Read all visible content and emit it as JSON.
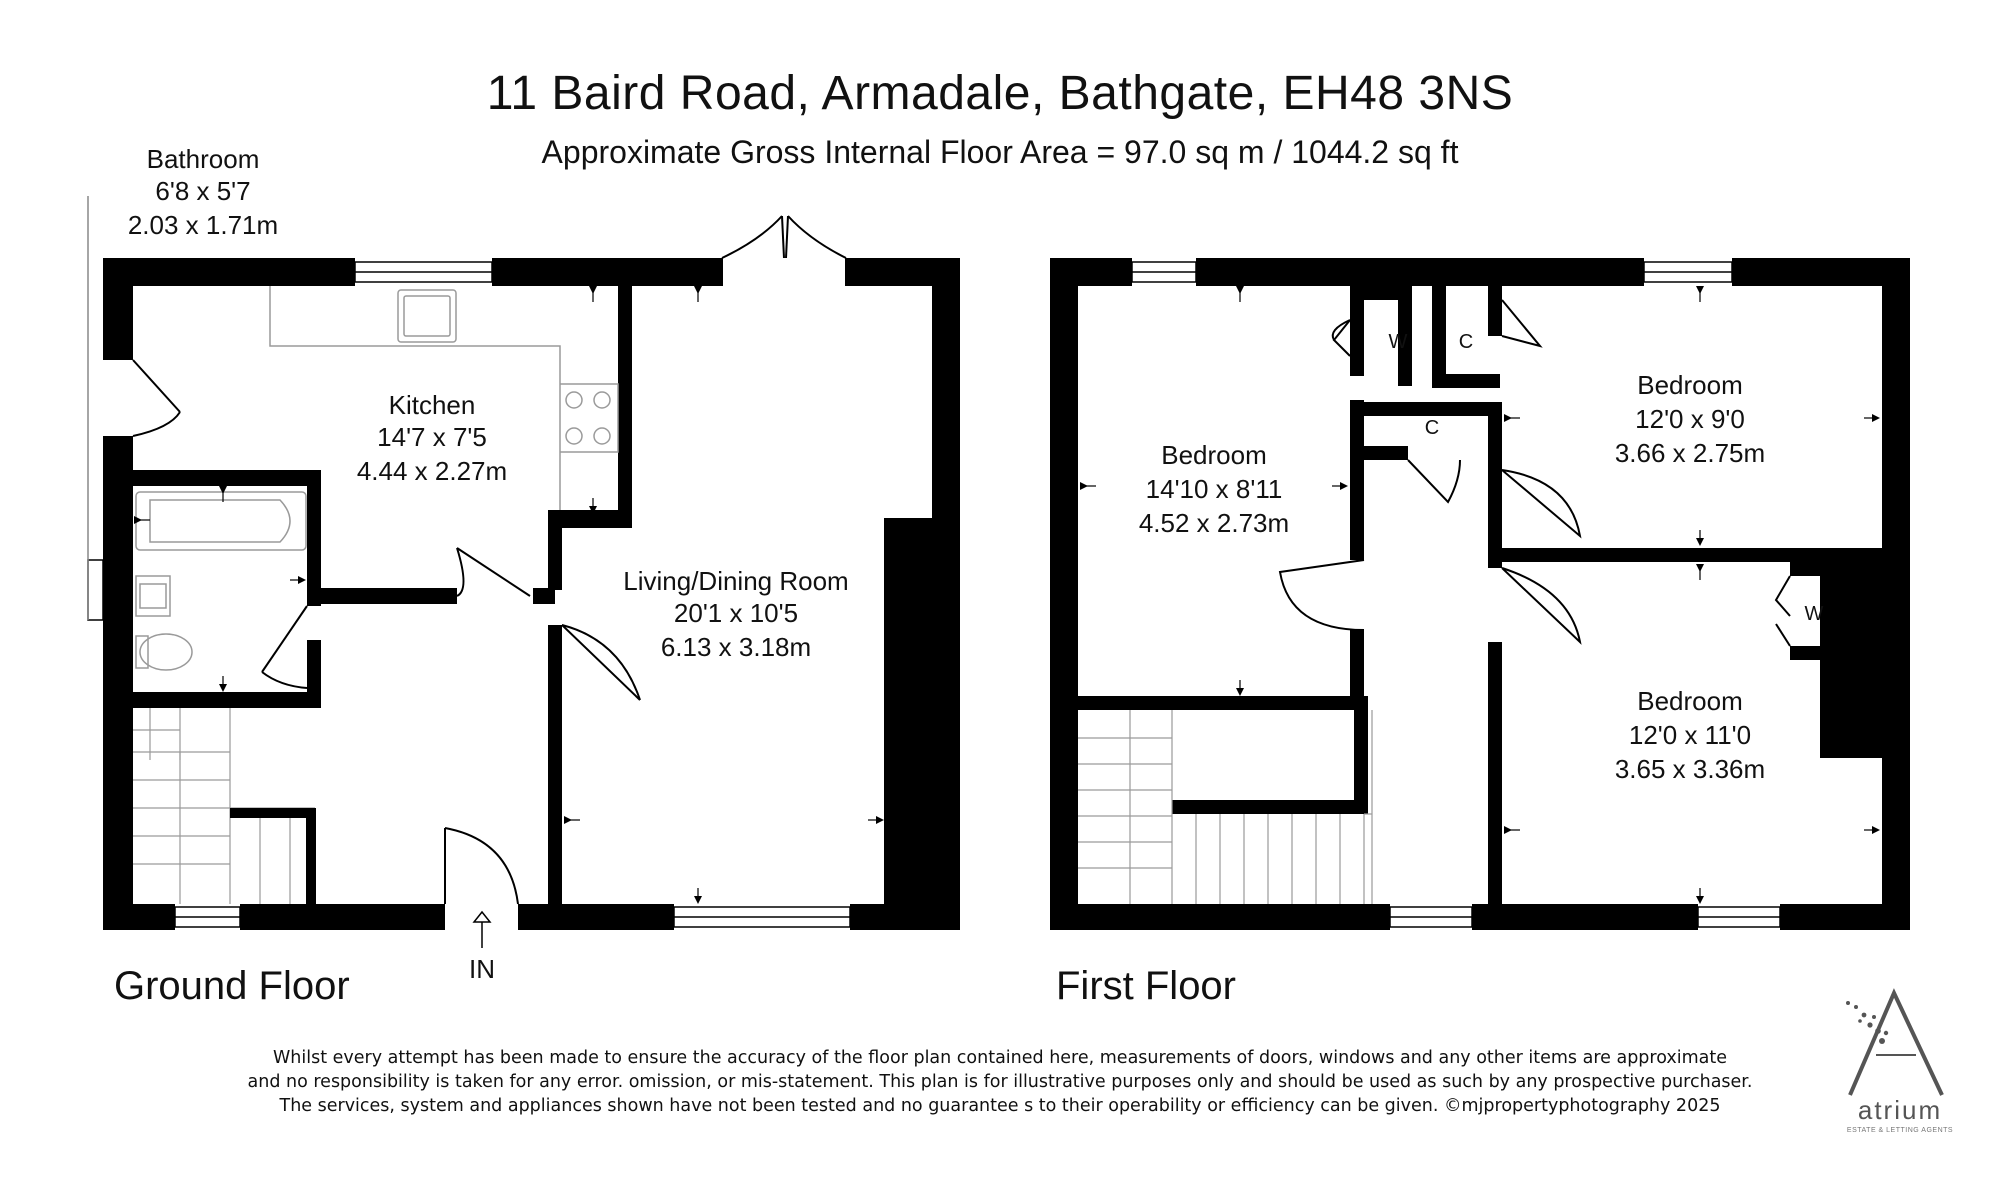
{
  "header": {
    "address": "11 Baird Road, Armadale, Bathgate, EH48 3NS",
    "area": "Approximate Gross Internal Floor Area  =  97.0 sq m  / 1044.2 sq ft"
  },
  "ground_floor": {
    "label": "Ground Floor",
    "entrance": "IN",
    "rooms": {
      "bathroom": {
        "name": "Bathroom",
        "imperial": "6'8 x 5'7",
        "metric": "2.03 x 1.71m"
      },
      "kitchen": {
        "name": "Kitchen",
        "imperial": "14'7 x 7'5",
        "metric": "4.44 x 2.27m"
      },
      "living": {
        "name": "Living/Dining Room",
        "imperial": "20'1 x 10'5",
        "metric": "6.13 x 3.18m"
      }
    }
  },
  "first_floor": {
    "label": "First Floor",
    "rooms": {
      "bedroom1": {
        "name": "Bedroom",
        "imperial": "14'10 x 8'11",
        "metric": "4.52 x 2.73m"
      },
      "bedroom2": {
        "name": "Bedroom",
        "imperial": "12'0 x 9'0",
        "metric": "3.66 x 2.75m"
      },
      "bedroom3": {
        "name": "Bedroom",
        "imperial": "12'0 x 11'0",
        "metric": "3.65 x 3.36m"
      }
    },
    "cupboards": {
      "w1": "W",
      "c1": "C",
      "c2": "C",
      "w2": "W"
    }
  },
  "disclaimer": {
    "line1": "Whilst every attempt has been made to ensure the accuracy of the floor plan contained here, measurements of doors, windows and any other items are approximate",
    "line2": "and no responsibility is taken for any error. omission, or mis-statement. This plan is for illustrative purposes only and should be used as such by any prospective purchaser.",
    "line3": "The services, system and appliances shown have not been  tested and no guarantee s to their operability or efficiency can be given.   ©mjpropertyphotography  2025"
  },
  "logo": {
    "mark": "A",
    "name": "atrium",
    "tagline": "ESTATE & LETTING AGENTS"
  },
  "colors": {
    "wall": "#000000",
    "fixture": "#9a9a9a",
    "text": "#111111"
  }
}
